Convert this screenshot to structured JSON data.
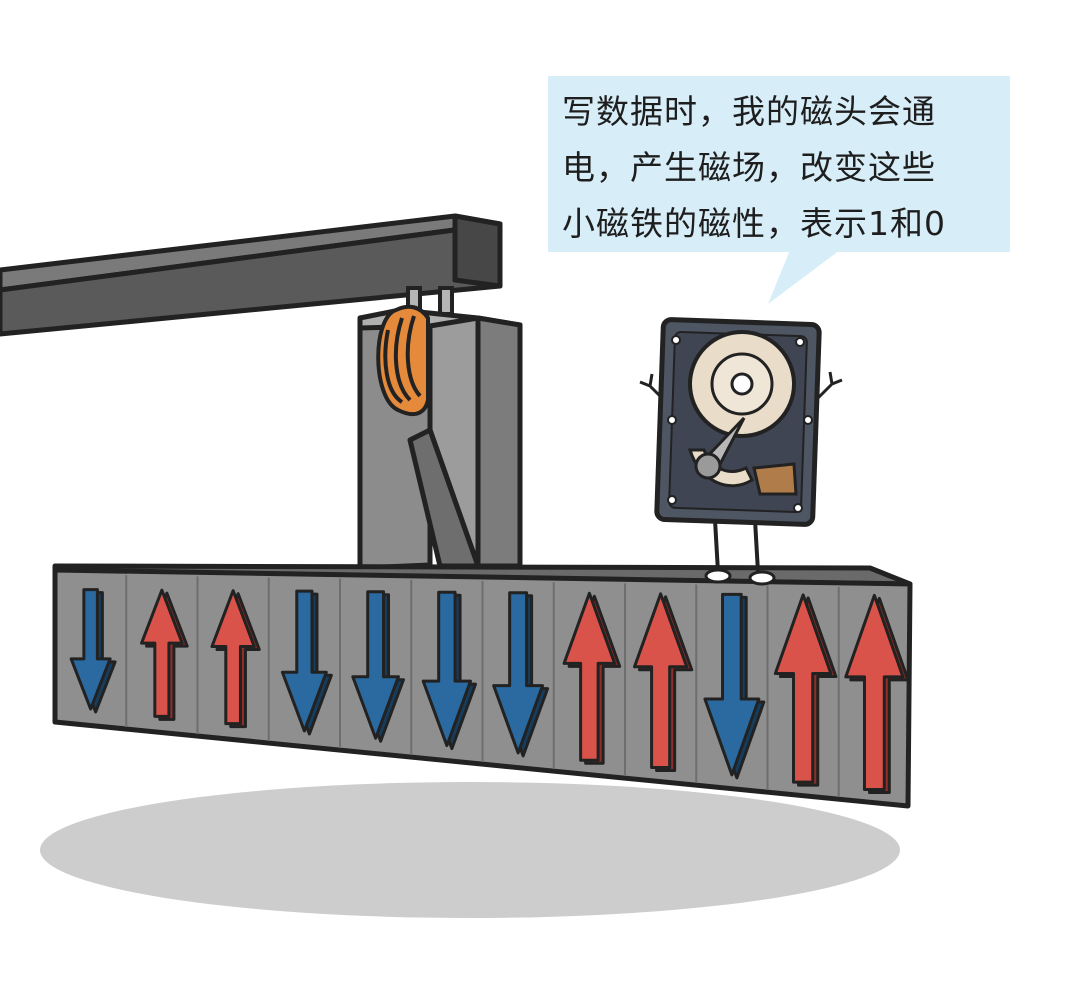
{
  "speech_bubble": {
    "lines": [
      "写数据时，我的磁头会通",
      "电，产生磁场，改变这些",
      "小磁铁的磁性，表示1和0"
    ]
  },
  "magnet_cells": [
    "down",
    "up",
    "up",
    "down",
    "down",
    "down",
    "down",
    "up",
    "up",
    "down",
    "up",
    "up"
  ],
  "colors": {
    "up_arrow": "#d9534a",
    "down_arrow": "#2a6aa0",
    "bar": "#8f8f8f",
    "bubble": "#d7eef8",
    "coil": "#e58a3a"
  }
}
